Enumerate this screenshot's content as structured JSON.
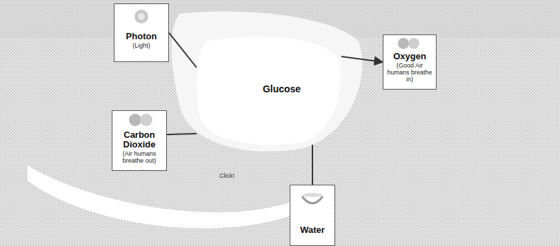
{
  "diagram": {
    "nodes": [
      {
        "text": [
          "Photon",
          "(Light)"
        ]
      },
      {
        "text": [
          "Carbon Dioxide",
          "(Air humans breathe out)"
        ]
      },
      {
        "text": [
          "Glucose"
        ]
      },
      {
        "text": [
          "Oxygen",
          "(Good Air humans breathe in)"
        ]
      },
      {
        "text": [
          "Water"
        ]
      }
    ],
    "edges": [
      {
        "from": 0,
        "to": 2,
        "arrow": "none"
      },
      {
        "from": 1,
        "to": 2,
        "arrow": "none"
      },
      {
        "from": 2,
        "to": 3,
        "arrow": "to"
      },
      {
        "from": 4,
        "to": 2,
        "arrow": "none"
      }
    ],
    "labels": [
      "Click!"
    ]
  }
}
